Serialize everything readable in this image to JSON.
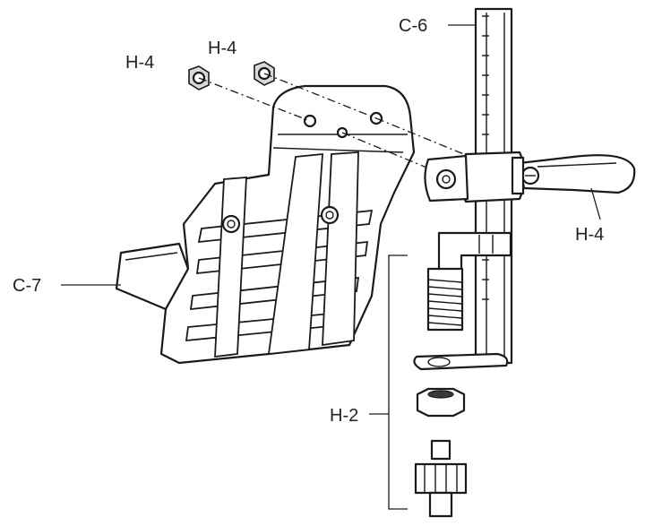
{
  "labels": {
    "c6": "C-6",
    "c7": "C-7",
    "h4_left": "H-4",
    "h4_mid": "H-4",
    "h4_right": "H-4",
    "h2": "H-2"
  }
}
